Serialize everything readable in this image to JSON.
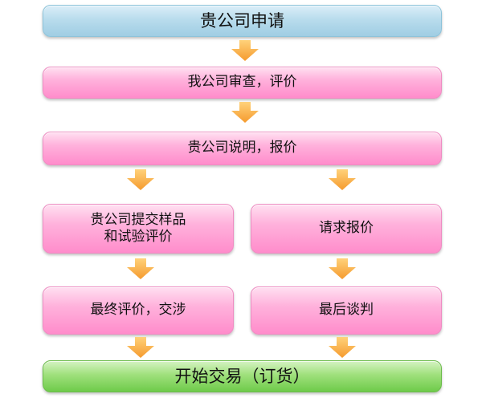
{
  "colors": {
    "start_box": "#b9dced",
    "process_box": "#ffb2dc",
    "end_box": "#9fe07c",
    "arrow": "#f8a840"
  },
  "steps": {
    "apply": "贵公司申请",
    "review": "我公司审查，评价",
    "explain_quote": "贵公司说明，报价",
    "submit_samples_line1": "贵公司提交样品",
    "submit_samples_line2": "和试验评价",
    "request_quote": "请求报价",
    "final_evaluation": "最终评价，交涉",
    "final_negotiation": "最后谈判",
    "start_trading": "开始交易（订货）"
  }
}
